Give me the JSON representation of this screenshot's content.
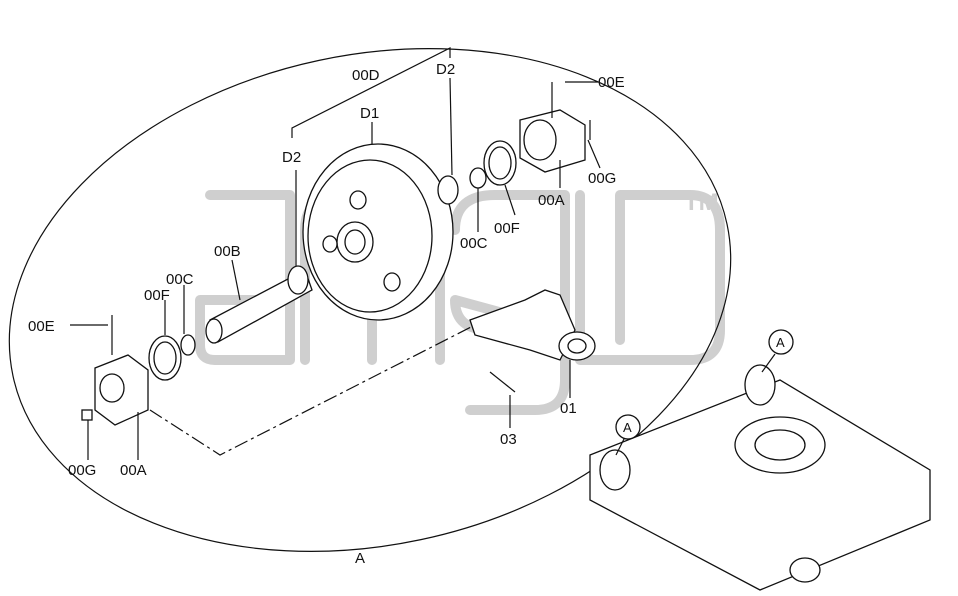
{
  "diagram": {
    "callouts": {
      "d00D": "00D",
      "d1": "D1",
      "d2_top": "D2",
      "d2_left": "D2",
      "e00E_top": "00E",
      "e00E_left": "00E",
      "a00A_top": "00A",
      "a00A_left": "00A",
      "g00G_top": "00G",
      "g00G_left": "00G",
      "f00F_top": "00F",
      "f00F_left": "00F",
      "c00C_top": "00C",
      "c00C_left": "00C",
      "b00B": "00B",
      "p01": "01",
      "p03": "03",
      "section_a": "A",
      "detail_a1": "A",
      "detail_a2": "A"
    },
    "watermark": {
      "text": "amg",
      "tm": "TM",
      "color": "#cfcfcf"
    }
  }
}
